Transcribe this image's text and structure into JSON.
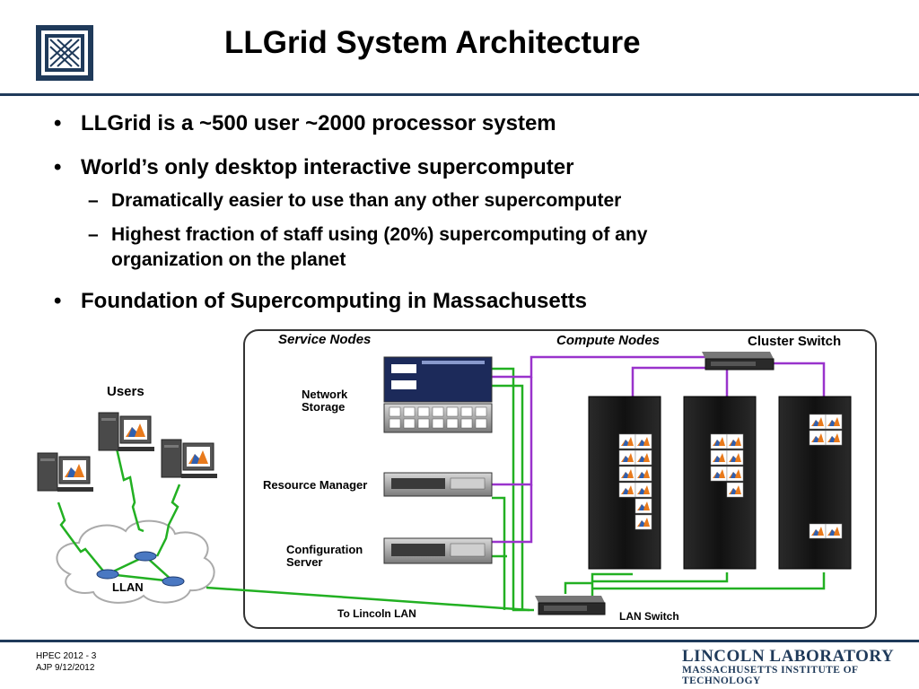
{
  "slide": {
    "title": "LLGrid System Architecture"
  },
  "bullets": [
    {
      "bullet": "•",
      "text": "LLGrid is a ~500 user ~2000 processor system"
    },
    {
      "bullet": "•",
      "text": "World’s only desktop interactive supercomputer"
    },
    {
      "bullet": "•",
      "text": "Foundation of Supercomputing in Massachusetts"
    }
  ],
  "subbullets": [
    {
      "dash": "–",
      "text": "Dramatically easier to use than any other supercomputer"
    },
    {
      "dash": "–",
      "line1": "Highest fraction of staff using (20%) supercomputing of any",
      "line2": "organization on the planet"
    }
  ],
  "diagram": {
    "service_nodes": "Service Nodes",
    "compute_nodes": "Compute Nodes",
    "cluster_switch": "Cluster Switch",
    "users": "Users",
    "network_storage_1": "Network",
    "network_storage_2": "Storage",
    "resource_manager": "Resource Manager",
    "config_server_1": "Configuration",
    "config_server_2": "Server",
    "llan": "LLAN",
    "to_lincoln_lan": "To Lincoln LAN",
    "lan_switch": "LAN Switch",
    "colors": {
      "green": "#22b022",
      "purple": "#9933cc",
      "rack": "#1a1a1a",
      "frame": "#333333"
    }
  },
  "footer": {
    "line1": "HPEC 2012 - 3",
    "line2": "AJP  9/12/2012",
    "lab_name": "LINCOLN LABORATORY",
    "lab_institution": "MASSACHUSETTS INSTITUTE OF TECHNOLOGY"
  },
  "logo": {
    "icon": "mit-ll-seal-icon"
  }
}
